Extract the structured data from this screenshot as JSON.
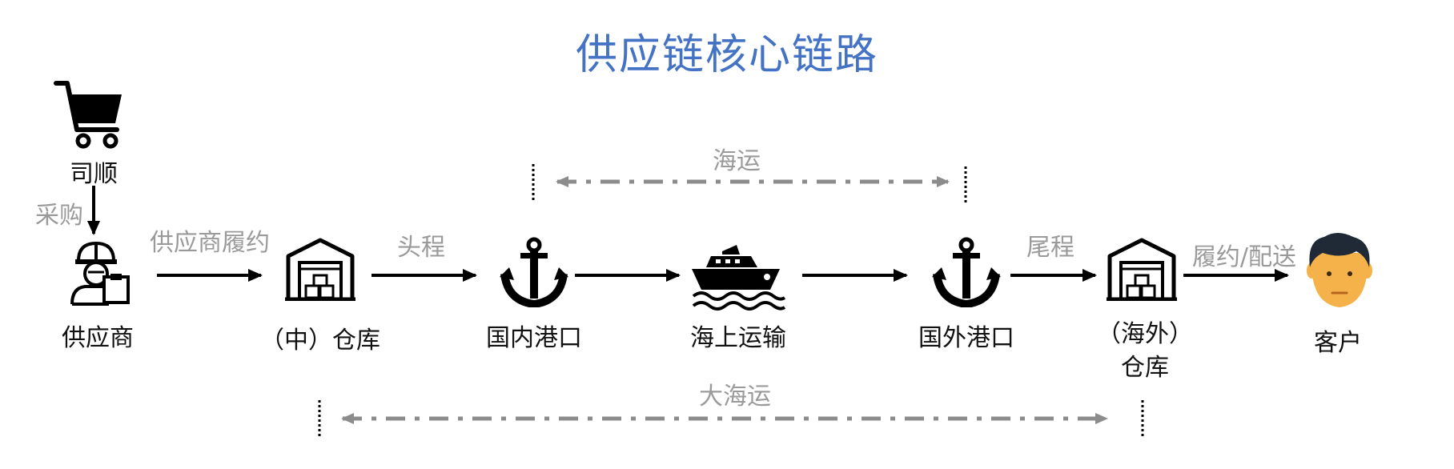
{
  "title": "供应链核心链路",
  "nodes": {
    "simon": "司顺",
    "supplier": "供应商",
    "cn_warehouse": "（中）仓库",
    "domestic_port": "国内港口",
    "sea_transport": "海上运输",
    "foreign_port": "国外港口",
    "overseas_warehouse_line1": "（海外）",
    "overseas_warehouse_line2": "仓库",
    "customer": "客户"
  },
  "edges": {
    "purchase": "采购",
    "supplier_fulfill": "供应商履约",
    "first_leg": "头程",
    "last_leg": "尾程",
    "fulfill_delivery": "履约/配送"
  },
  "spans": {
    "sea": "海运",
    "big_sea": "大海运"
  },
  "colors": {
    "title": "#4472c4",
    "arrow": "#000000",
    "span": "#8c8c8c",
    "face": "#f5b24a",
    "hair": "#1f2a36"
  }
}
